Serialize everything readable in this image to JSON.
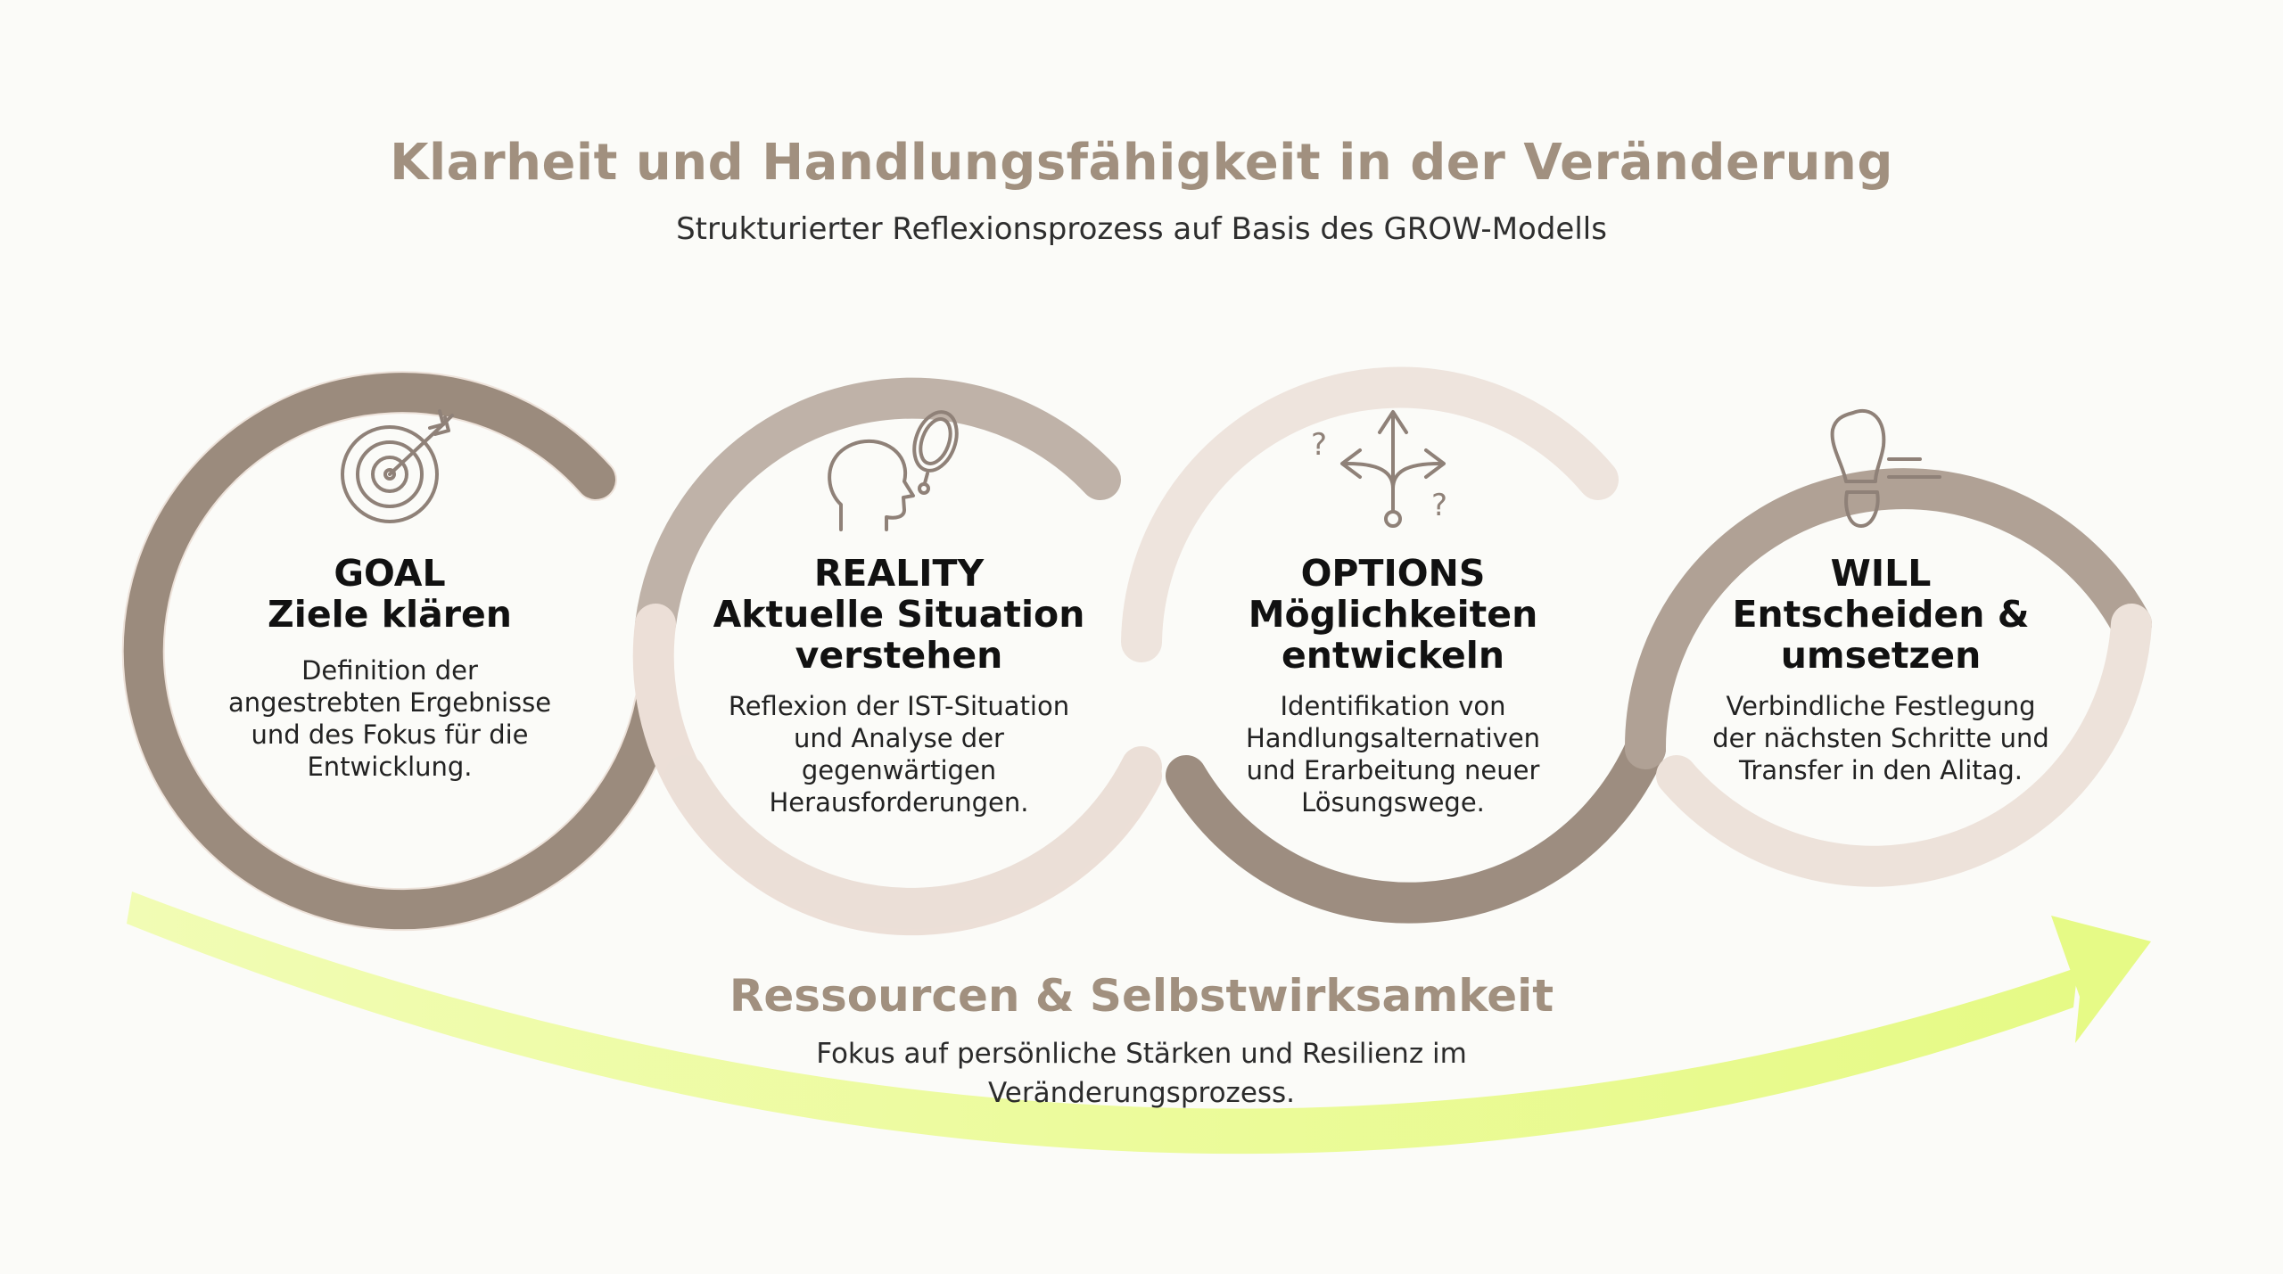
{
  "header": {
    "title": "Klarheit und Handlungsfähigkeit in der Veränderung",
    "subtitle": "Strukturierter Reflexionsprozess auf Basis des GROW-Modells"
  },
  "stages": [
    {
      "icon": "target-icon",
      "heading_line1": "GOAL",
      "heading_line2": "Ziele klären",
      "heading_line3": "",
      "description": [
        "Definition der",
        "angestrebten Ergebnisse",
        "und des Fokus für die",
        "Entwicklung."
      ]
    },
    {
      "icon": "head-mirror-icon",
      "heading_line1": "REALITY",
      "heading_line2": "Aktuelle Situation",
      "heading_line3": "verstehen",
      "description": [
        "Reflexion der IST-Situation",
        "und Analyse der",
        "gegenwärtigen",
        "Herausforderungen."
      ]
    },
    {
      "icon": "branching-arrows-icon",
      "heading_line1": "OPTIONS",
      "heading_line2": "Möglichkeiten",
      "heading_line3": "entwickeln",
      "description": [
        "Identifikation von",
        "Handlungsalternativen",
        "und Erarbeitung neuer",
        "Lösungswege."
      ]
    },
    {
      "icon": "footprint-icon",
      "heading_line1": "WILL",
      "heading_line2": "Entscheiden &",
      "heading_line3": "umsetzen",
      "description": [
        "Verbindliche Festlegung",
        "der nächsten Schritte und",
        "Transfer in den Alitag.",
        ""
      ]
    }
  ],
  "footer": {
    "title": "Ressourcen & Selbstwirksamkeit",
    "description_line1": "Fokus auf persönliche Stärken und Resilienz im",
    "description_line2": "Veränderungsprozess."
  },
  "colors": {
    "title": "#a1907f",
    "ring_dark": "#9a8a7c",
    "ring_light": "#ecdfd7",
    "arrow": "#e9fb91",
    "icon_stroke": "#8f8178"
  }
}
